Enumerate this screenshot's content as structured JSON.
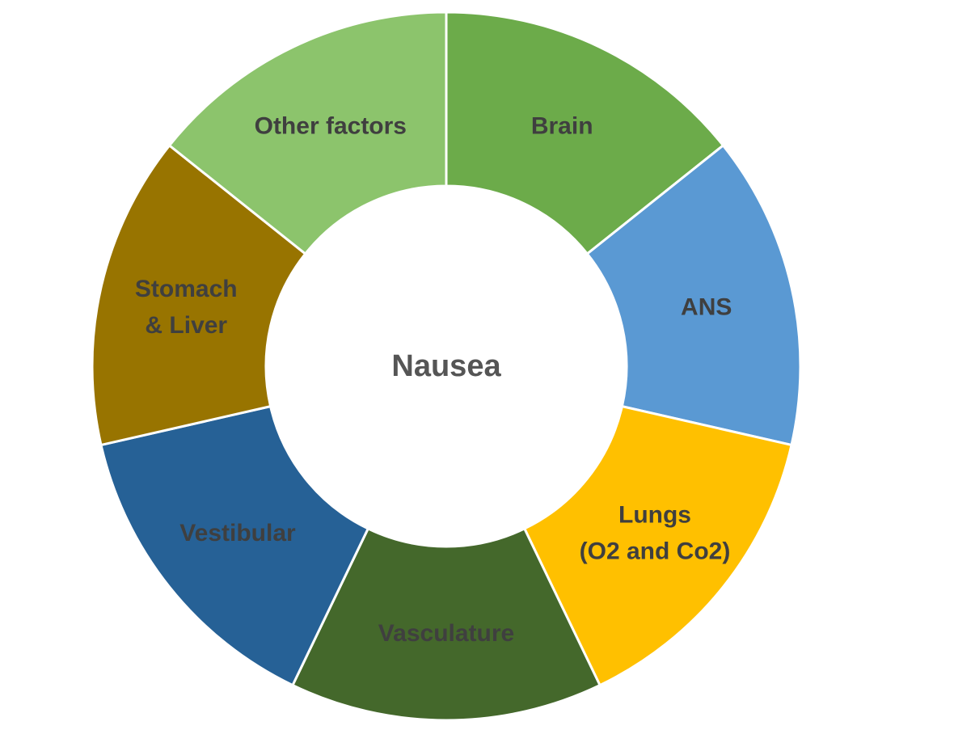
{
  "page": {
    "background_color": "#FFFFFF"
  },
  "chart_data": {
    "type": "pie",
    "variant": "donut",
    "title": "",
    "center_label": "Nausea",
    "direction": "clockwise",
    "start_angle_deg": 0,
    "inner_radius_ratio": 0.51,
    "separator_color": "#FFFFFF",
    "label_color": "#3F3F3F",
    "center_label_color": "#555555",
    "legend": "none",
    "segments": [
      {
        "label": "Brain",
        "lines": [
          "Brain"
        ],
        "value": 1,
        "color": "#6CAB4A"
      },
      {
        "label": "ANS",
        "lines": [
          "ANS"
        ],
        "value": 1,
        "color": "#5A99D3"
      },
      {
        "label": "Lungs (O2 and Co2)",
        "lines": [
          "Lungs",
          "(O2 and Co2)"
        ],
        "value": 1,
        "color": "#FFC000"
      },
      {
        "label": "Vasculature",
        "lines": [
          "Vasculature"
        ],
        "value": 1,
        "color": "#44682B"
      },
      {
        "label": "Vestibular",
        "lines": [
          "Vestibular"
        ],
        "value": 1,
        "color": "#266196"
      },
      {
        "label": "Stomach & Liver",
        "lines": [
          "Stomach",
          "& Liver"
        ],
        "value": 1,
        "color": "#987400"
      },
      {
        "label": "Other factors",
        "lines": [
          "Other factors"
        ],
        "value": 1,
        "color": "#8CC46C"
      }
    ]
  }
}
